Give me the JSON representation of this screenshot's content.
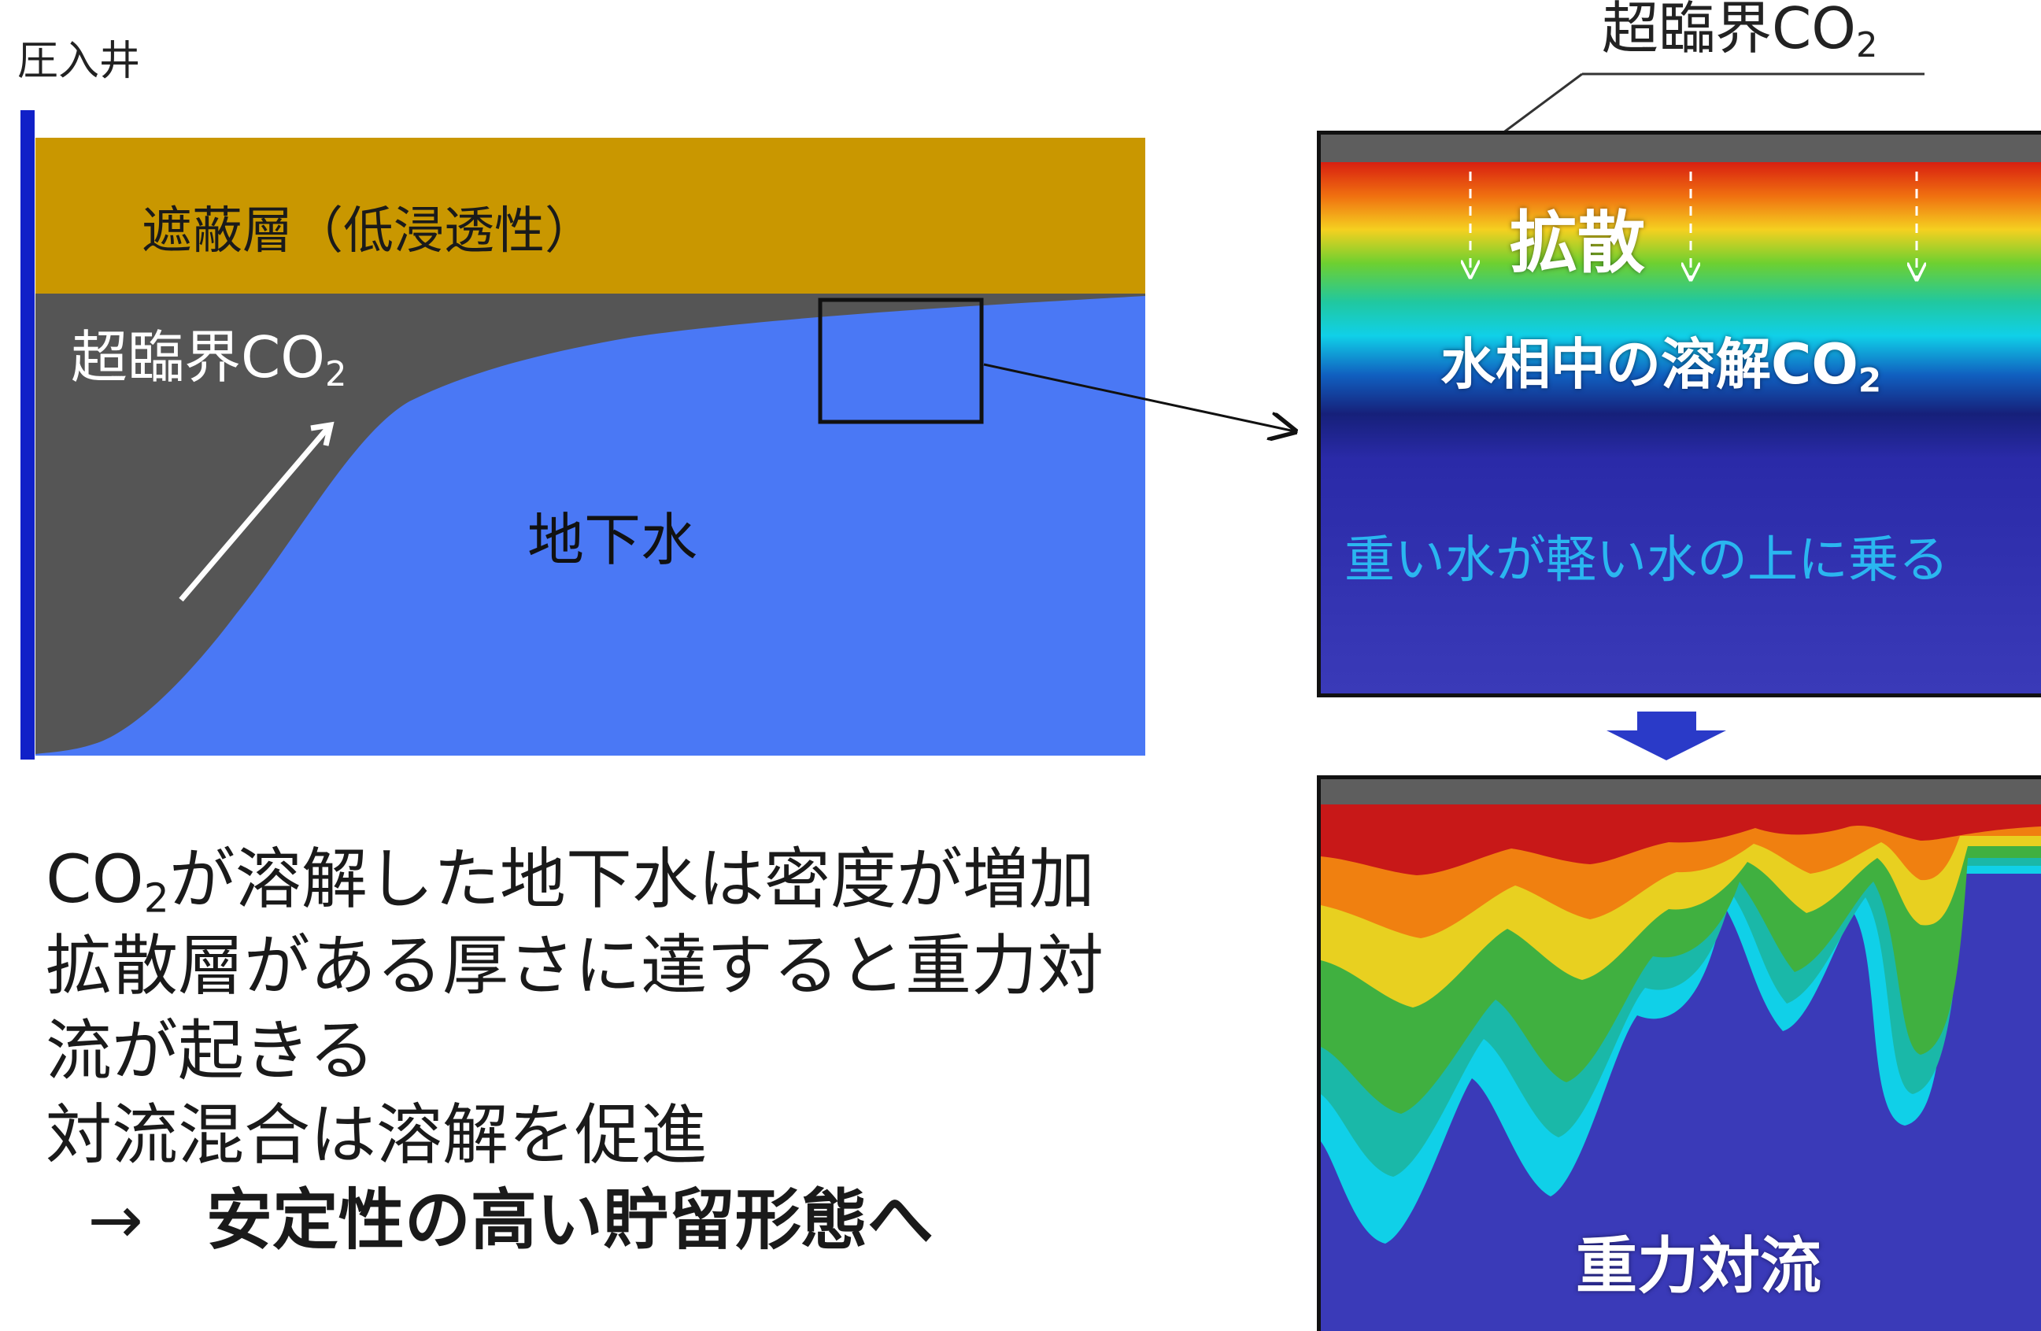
{
  "well_label": "圧入井",
  "caprock_label": "遮蔽層（低浸透性）",
  "supercritical_label": "超臨界CO",
  "supercritical_sub": "2",
  "groundwater_label": "地下水",
  "top_co2_label": "超臨界CO",
  "top_co2_sub": "2",
  "diffusion_label": "拡散",
  "dissolved_label": "水相中の溶解CO",
  "dissolved_sub": "2",
  "heavy_water_label": "重い水が軽い水の上に乗る",
  "convection_label": "重力対流",
  "text_lines": {
    "l1_pre": "CO",
    "l1_sub": "2",
    "l1_post": "が溶解した地下水は密度が増加",
    "l2": "拡散層がある厚さに達すると重力対",
    "l3": "流が起きる",
    "l4": "対流混合は溶解を促進",
    "l5_arrow": "→",
    "l5_bold": "安定性の高い貯留形態へ"
  },
  "colors": {
    "caprock": "#c99700",
    "supercritical": "#555555",
    "groundwater": "#4a78f5",
    "well": "#1020c8",
    "sim_background": "#3a3ab8"
  }
}
